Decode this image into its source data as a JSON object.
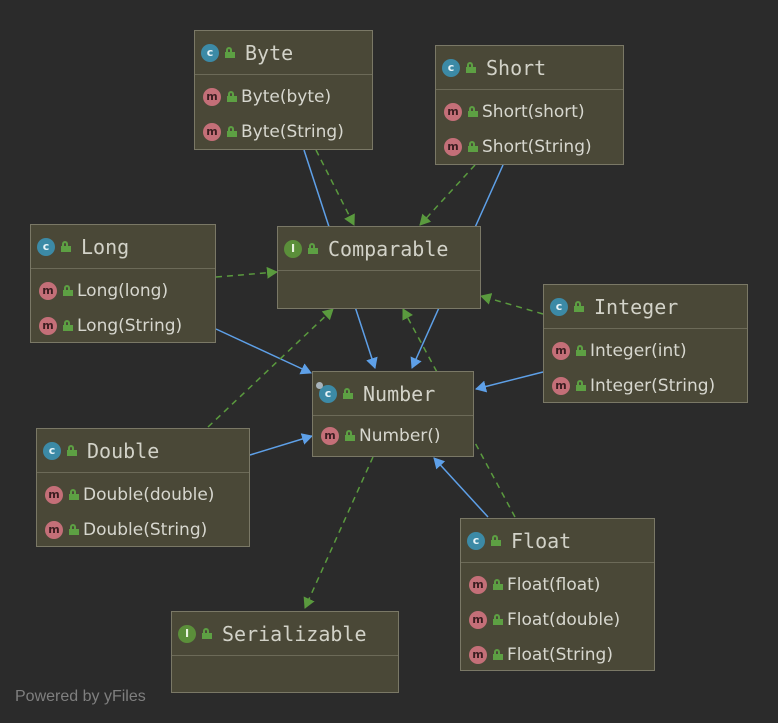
{
  "diagram": {
    "colors": {
      "inheritance": "#5ea0e8",
      "realization": "#5a9a3e",
      "node_fill": "#4a4837",
      "node_border": "#7a7866"
    },
    "nodes": {
      "byte": {
        "title": "Byte",
        "kind": "class",
        "members": [
          "Byte(byte)",
          "Byte(String)"
        ]
      },
      "short": {
        "title": "Short",
        "kind": "class",
        "members": [
          "Short(short)",
          "Short(String)"
        ]
      },
      "long": {
        "title": "Long",
        "kind": "class",
        "members": [
          "Long(long)",
          "Long(String)"
        ]
      },
      "comparable": {
        "title": "Comparable",
        "kind": "interface",
        "members": []
      },
      "integer": {
        "title": "Integer",
        "kind": "class",
        "members": [
          "Integer(int)",
          "Integer(String)"
        ]
      },
      "number": {
        "title": "Number",
        "kind": "abstract-class",
        "members": [
          "Number()"
        ]
      },
      "double": {
        "title": "Double",
        "kind": "class",
        "members": [
          "Double(double)",
          "Double(String)"
        ]
      },
      "float": {
        "title": "Float",
        "kind": "class",
        "members": [
          "Float(float)",
          "Float(double)",
          "Float(String)"
        ]
      },
      "serializable": {
        "title": "Serializable",
        "kind": "interface",
        "members": []
      }
    },
    "edges": [
      {
        "from": "Byte",
        "to": "Number",
        "type": "inheritance"
      },
      {
        "from": "Short",
        "to": "Number",
        "type": "inheritance"
      },
      {
        "from": "Long",
        "to": "Number",
        "type": "inheritance"
      },
      {
        "from": "Integer",
        "to": "Number",
        "type": "inheritance"
      },
      {
        "from": "Double",
        "to": "Number",
        "type": "inheritance"
      },
      {
        "from": "Float",
        "to": "Number",
        "type": "inheritance"
      },
      {
        "from": "Byte",
        "to": "Comparable",
        "type": "realization"
      },
      {
        "from": "Short",
        "to": "Comparable",
        "type": "realization"
      },
      {
        "from": "Long",
        "to": "Comparable",
        "type": "realization"
      },
      {
        "from": "Integer",
        "to": "Comparable",
        "type": "realization"
      },
      {
        "from": "Double",
        "to": "Comparable",
        "type": "realization"
      },
      {
        "from": "Float",
        "to": "Comparable",
        "type": "realization"
      },
      {
        "from": "Number",
        "to": "Serializable",
        "type": "realization"
      }
    ],
    "badges": {
      "class": "c",
      "interface": "I",
      "method": "m"
    },
    "footer": "Powered by yFiles"
  }
}
